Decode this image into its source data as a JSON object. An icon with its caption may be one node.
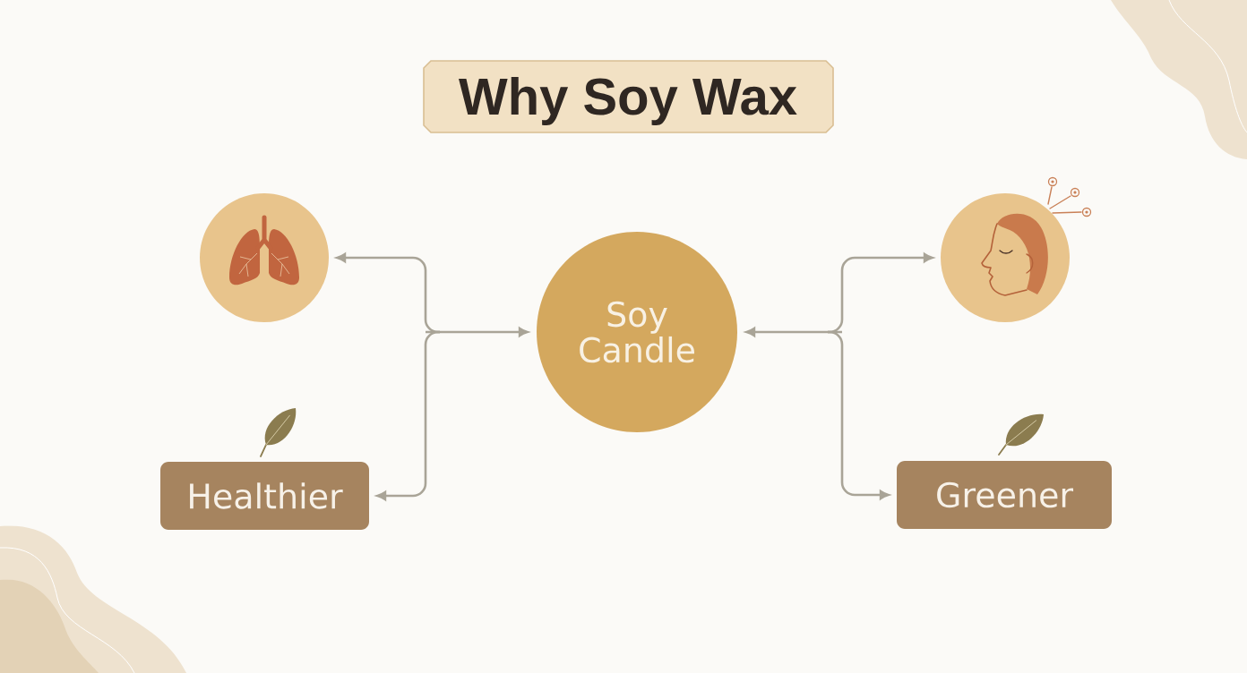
{
  "diagram": {
    "title": "Why Soy Wax",
    "nodes": [
      {
        "text": [
          "Soy Candle"
        ]
      },
      {
        "text": [],
        "shape": "circle"
      },
      {
        "text": [
          "Healthier"
        ]
      },
      {
        "text": [],
        "shape": "circle"
      },
      {
        "text": [
          "Greener"
        ]
      }
    ],
    "edges": [
      {
        "from": 0,
        "to": 1,
        "arrow": "both"
      },
      {
        "from": 0,
        "to": 2,
        "arrow": "both"
      },
      {
        "from": 0,
        "to": 3,
        "arrow": "both"
      },
      {
        "from": 0,
        "to": 4,
        "arrow": "both"
      }
    ]
  }
}
